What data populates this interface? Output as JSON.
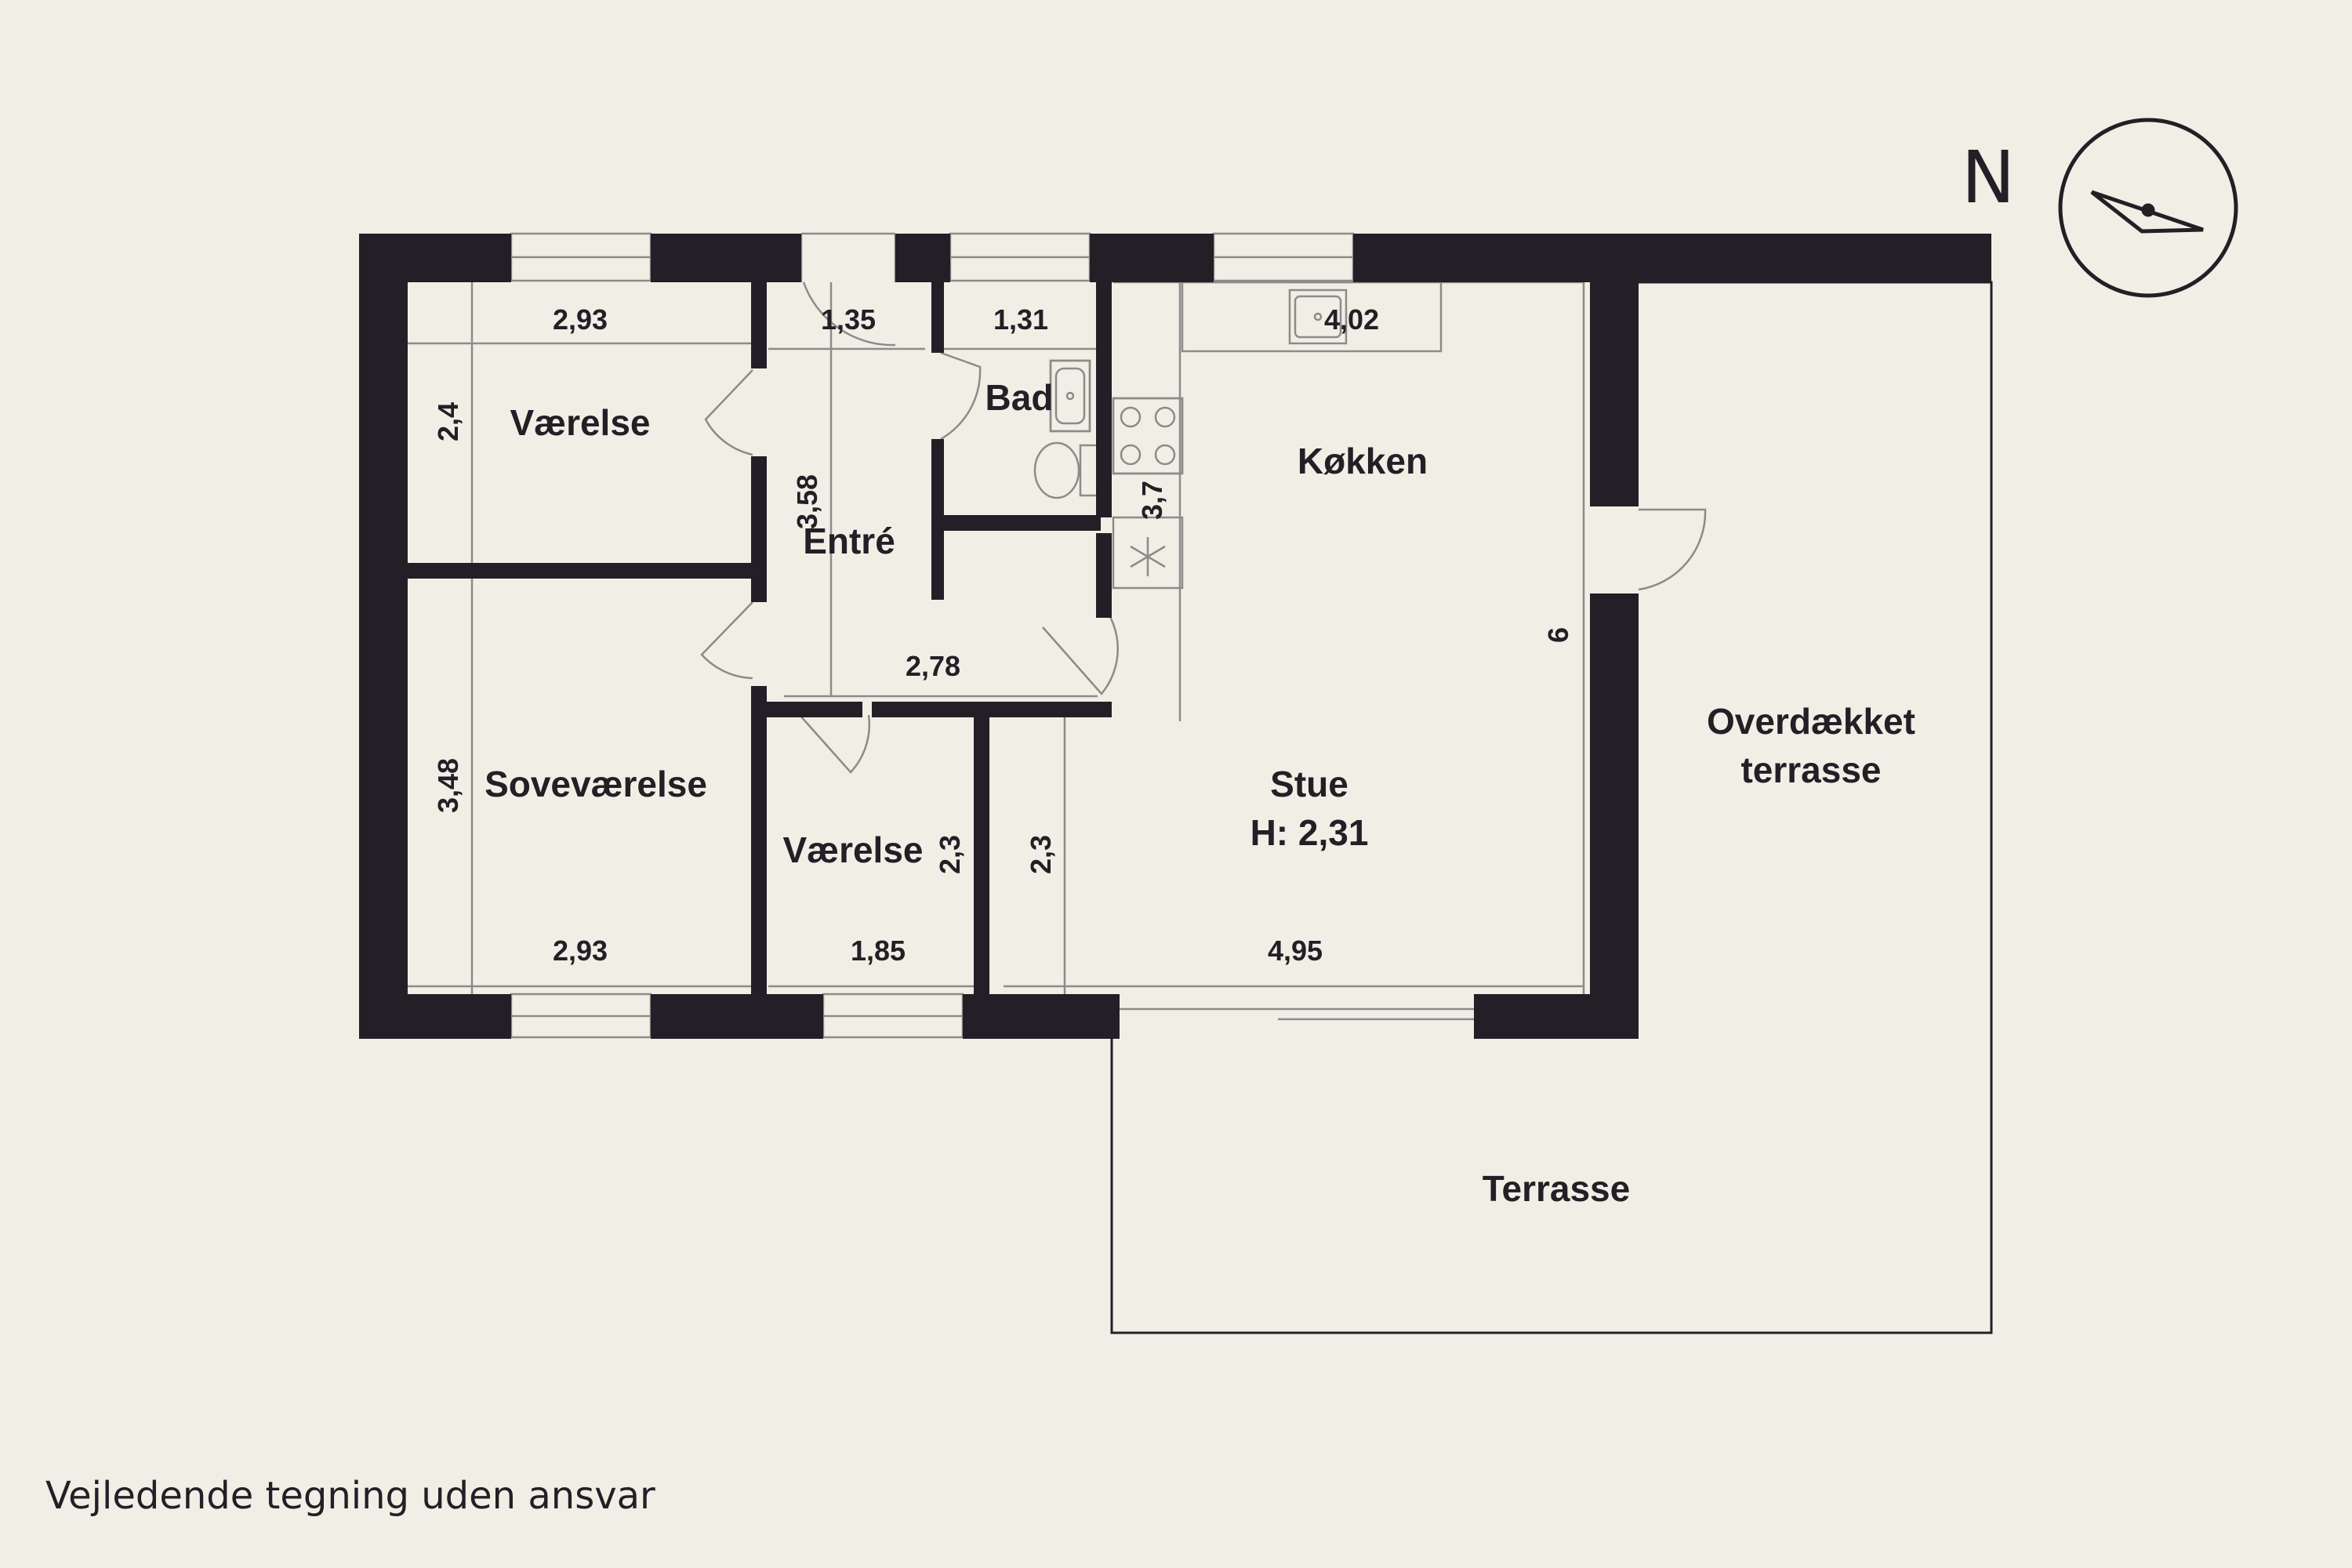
{
  "colors": {
    "background": "#f0efe6",
    "wall": "#231f26",
    "line": "#8d8b88"
  },
  "compass": {
    "label": "N",
    "icon": "compass-north-icon"
  },
  "rooms": {
    "vaerelse_top": "Værelse",
    "entre": "Entré",
    "bad": "Bad",
    "kokken": "Køkken",
    "sovevaerelse": "Soveværelse",
    "vaerelse_small": "Værelse",
    "stue": "Stue",
    "stue_height": "H: 2,31",
    "overdaekket_line1": "Overdækket",
    "overdaekket_line2": "terrasse",
    "terrasse": "Terrasse"
  },
  "dimensions": {
    "vaerelse_top_width": "2,93",
    "vaerelse_top_depth": "2,4",
    "entre_width": "1,35",
    "entre_depth": "3,58",
    "bad_width": "1,31",
    "kokken_width": "4,02",
    "kokken_depth": "3,7",
    "stue_depth": "6",
    "hall_width": "2,78",
    "sovevaerelse_depth": "3,48",
    "sovevaerelse_width": "2,93",
    "vaerelse_small_width": "1,85",
    "vaerelse_small_depth": "2,3",
    "stue_corner_depth": "2,3",
    "stue_width": "4,95"
  },
  "icons": {
    "freezer": "snowflake-icon",
    "sink": "sink-icon",
    "toilet": "toilet-icon",
    "stove": "stove-icon"
  },
  "footer": {
    "disclaimer": "Vejledende tegning uden ansvar"
  }
}
